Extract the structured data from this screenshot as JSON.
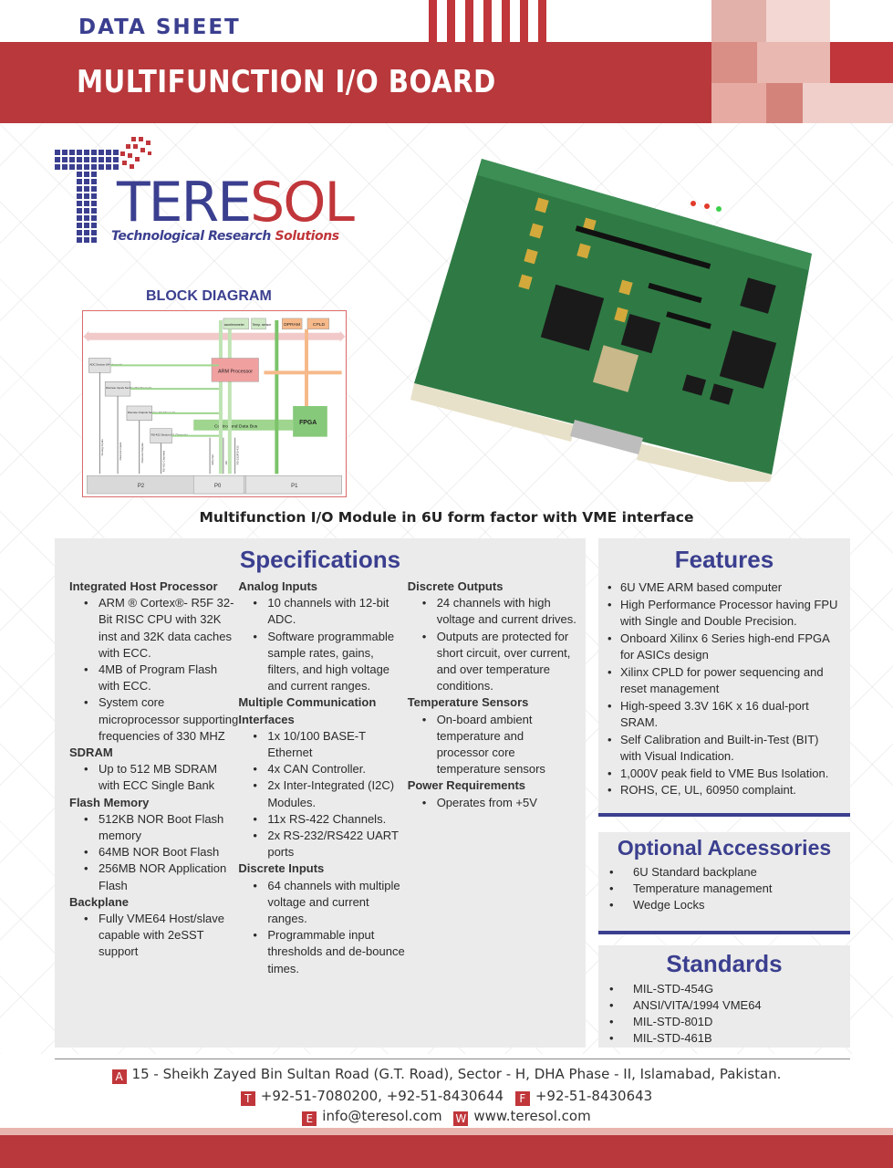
{
  "header": {
    "doc_type": "DATA SHEET",
    "title": "MULTIFUNCTION I/O BOARD"
  },
  "logo": {
    "word_main": "TERE",
    "word_accent": "SOL",
    "tagline_main": "Technological Research ",
    "tagline_accent": "Solutions"
  },
  "block_diagram": {
    "title": "BLOCK DIAGRAM",
    "labels": {
      "accelerometer": "accelerometer",
      "temp_sensor": "Temp. sensor",
      "dpram": "DPRAM",
      "cpld": "CPLD",
      "arm": "ARM Processor",
      "fpga": "FPGA",
      "bus": "Control and Data Bus",
      "adc": "ADC Section (64 channels)",
      "discrete_in": "Discrete Inputs Section (64 Channels)",
      "discrete_out": "Discrete Outputs Section (24 Channels)",
      "rs422": "RS-422 Section (11 Channels)",
      "p2": "P2",
      "p0": "P0",
      "p1": "P1",
      "v_analog": "Analog Inputs",
      "v_din": "Discrete Inputs",
      "v_dout": "Discrete Outputs",
      "v_rs422": "RS-422 Channels",
      "v_eth": "Ethernet",
      "v_i2c": "I2C",
      "v_rs232": "RS-232/RS-422"
    }
  },
  "caption": "Multifunction I/O Module in 6U form factor with VME interface",
  "specifications": {
    "title": "Specifications",
    "col1": [
      {
        "heading": "Integrated Host Processor",
        "items": [
          "ARM ® Cortex®- R5F 32-Bit RISC CPU with 32K inst and 32K data caches with ECC.",
          "4MB of Program Flash with ECC.",
          "System core microprocessor supporting frequencies of 330 MHZ"
        ]
      },
      {
        "heading": "SDRAM",
        "items": [
          "Up to 512 MB SDRAM with ECC Single Bank"
        ]
      },
      {
        "heading": "Flash Memory",
        "items": [
          "512KB NOR Boot Flash memory",
          "64MB NOR Boot Flash",
          "256MB NOR Application Flash"
        ]
      },
      {
        "heading": "Backplane",
        "items": [
          "Fully VME64 Host/slave capable with 2eSST support"
        ]
      }
    ],
    "col2": [
      {
        "heading": "Analog Inputs",
        "items": [
          "10 channels with 12-bit ADC.",
          "Software programmable sample rates, gains, filters, and high voltage and current ranges."
        ]
      },
      {
        "heading": "Multiple Communication Interfaces",
        "items": [
          "1x 10/100 BASE-T Ethernet",
          "4x CAN Controller.",
          "2x Inter-Integrated (I2C) Modules.",
          "11x RS-422 Channels.",
          "2x RS-232/RS422 UART ports"
        ]
      },
      {
        "heading": "Discrete Inputs",
        "items": [
          "64 channels with multiple voltage and current ranges.",
          "Programmable input thresholds and de-bounce times."
        ]
      }
    ],
    "col3": [
      {
        "heading": "Discrete Outputs",
        "items": [
          "24 channels with high voltage and current drives.",
          "Outputs are protected for short circuit, over current, and over temperature conditions."
        ]
      },
      {
        "heading": "Temperature Sensors",
        "items": [
          "On-board ambient temperature and processor core temperature sensors"
        ]
      },
      {
        "heading": "Power Requirements",
        "items": [
          "Operates from +5V"
        ]
      }
    ]
  },
  "features": {
    "title": "Features",
    "items": [
      "6U VME ARM based computer",
      "High Performance Processor having FPU with Single and Double Precision.",
      "Onboard Xilinx 6 Series high-end FPGA for ASICs design",
      "Xilinx CPLD for power sequencing and reset management",
      "High-speed 3.3V 16K x 16 dual-port SRAM.",
      "Self Calibration and Built-in-Test (BIT) with Visual Indication.",
      "1,000V peak field to VME Bus Isolation.",
      "ROHS, CE, UL, 60950 complaint."
    ]
  },
  "accessories": {
    "title": "Optional Accessories",
    "items": [
      "6U Standard backplane",
      "Temperature management",
      "Wedge Locks"
    ]
  },
  "standards": {
    "title": "Standards",
    "items": [
      "MIL-STD-454G",
      "ANSI/VITA/1994 VME64",
      "MIL-STD-801D",
      "MIL-STD-461B"
    ]
  },
  "footer": {
    "address_tag": "A",
    "address": "15 - Sheikh Zayed Bin Sultan Road (G.T. Road), Sector - H, DHA Phase - II, Islamabad, Pakistan.",
    "tel_tag": "T",
    "tel": "+92-51-7080200, +92-51-8430644",
    "fax_tag": "F",
    "fax": "+92-51-8430643",
    "email_tag": "E",
    "email": "info@teresol.com",
    "web_tag": "W",
    "web": "www.teresol.com"
  },
  "colors": {
    "brand_red": "#b8383b",
    "brand_blue": "#3b3f8f",
    "panel_gray": "#ebebeb"
  }
}
